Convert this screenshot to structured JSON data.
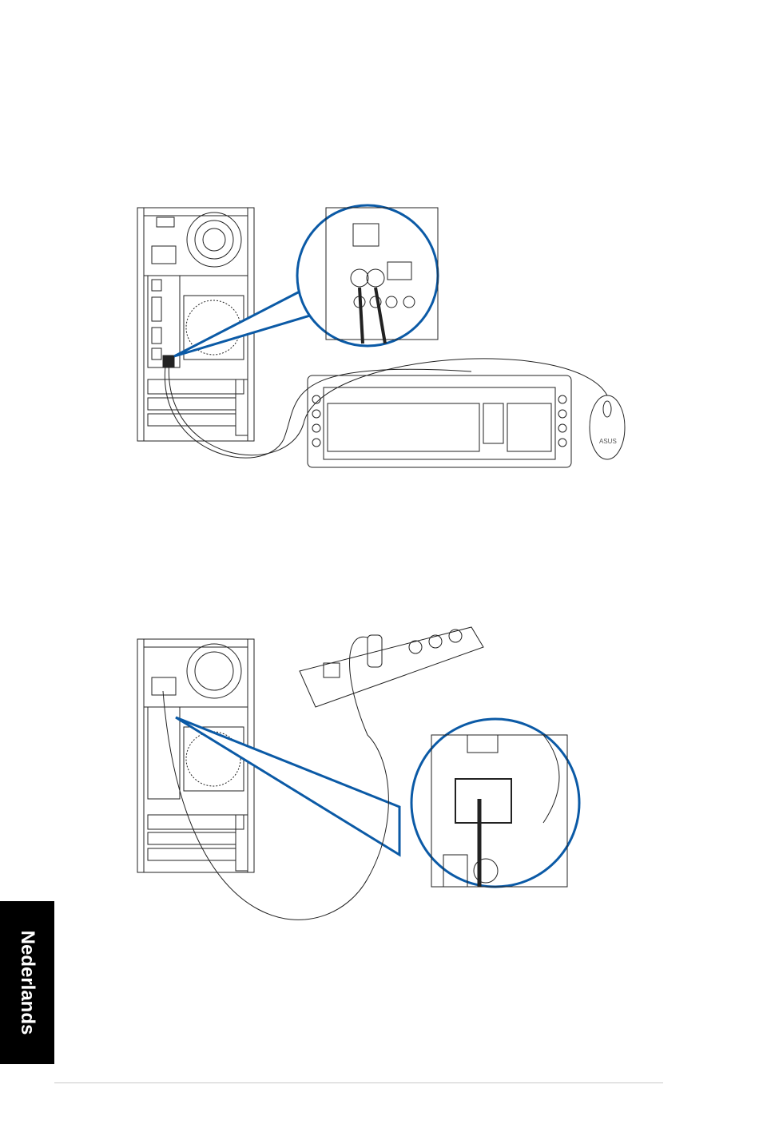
{
  "side_tab": {
    "label": "Nederlands",
    "background": "#000000",
    "text_color": "#ffffff"
  },
  "figures": [
    {
      "id": "keyboard-mouse-connection",
      "callout_color": "#0b5aa6",
      "mouse_brand": "ASUS"
    },
    {
      "id": "power-cable-connection",
      "callout_color": "#0b5aa6"
    }
  ]
}
